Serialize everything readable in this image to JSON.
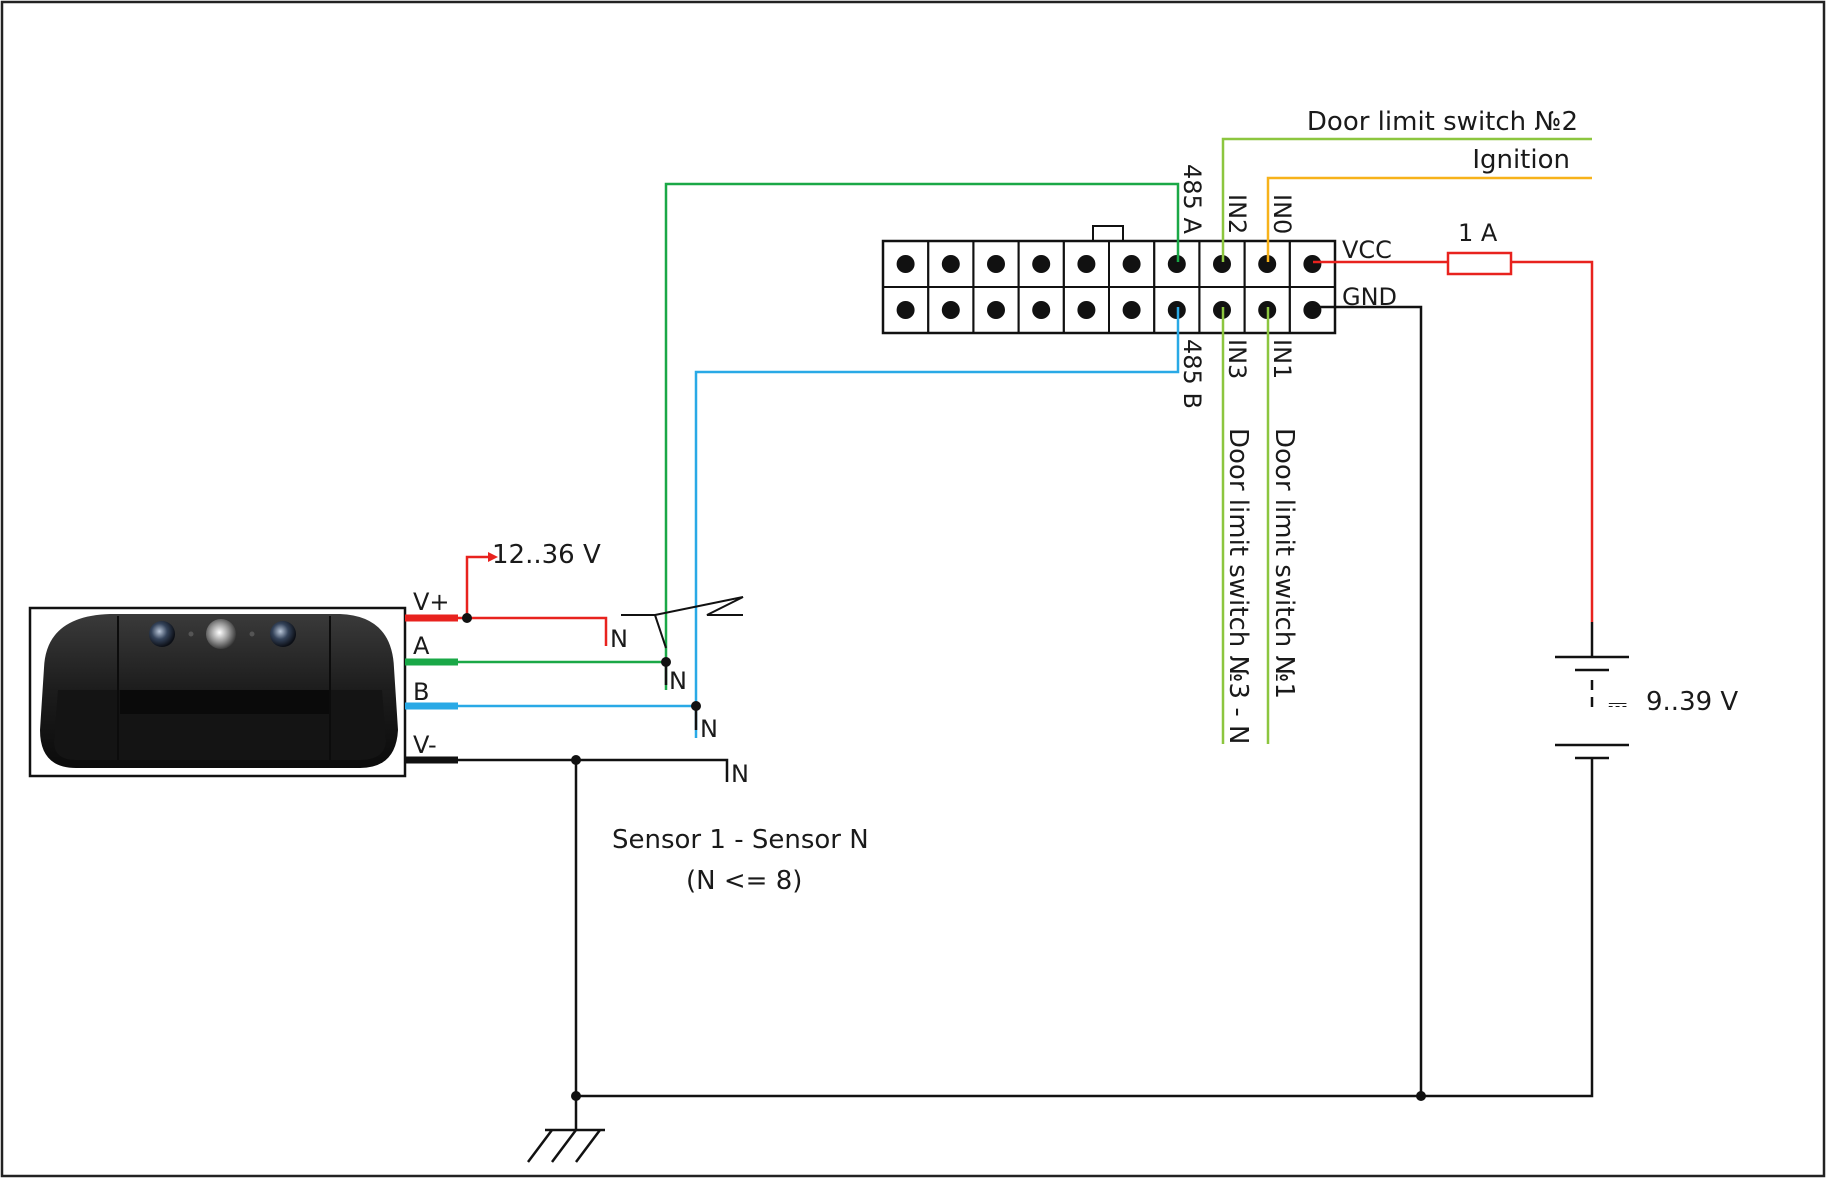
{
  "colors": {
    "red": "#e8221e",
    "green": "#1aa847",
    "blue": "#29a9e6",
    "light_green": "#8cc63f",
    "orange": "#f7b21a",
    "black": "#111111"
  },
  "icons": [
    "sensor-device-image",
    "ground-symbol-icon",
    "battery-symbol-icon",
    "fuse-symbol-icon"
  ],
  "connector": {
    "top_labels": {
      "pin485a": "485 A",
      "in2": "IN2",
      "in0": "IN0"
    },
    "bottom_labels": {
      "pin485b": "485 B",
      "in3": "IN3",
      "in1": "IN1"
    },
    "vcc": "VCC",
    "gnd": "GND"
  },
  "inputs": {
    "door2": "Door limit switch №2",
    "ignition": "Ignition",
    "door1": "Door limit switch №1",
    "door3n": "Door limit switch №3 - N"
  },
  "power": {
    "fuse": "1 A",
    "battery_symbol": "⎓",
    "battery": "9..39 V",
    "sensor_supply": "12..36 V"
  },
  "sensor": {
    "vplus": "V+",
    "a": "A",
    "b": "B",
    "vminus": "V-",
    "n": "N",
    "caption1": "Sensor 1 - Sensor N",
    "caption2": "(N <= 8)"
  }
}
